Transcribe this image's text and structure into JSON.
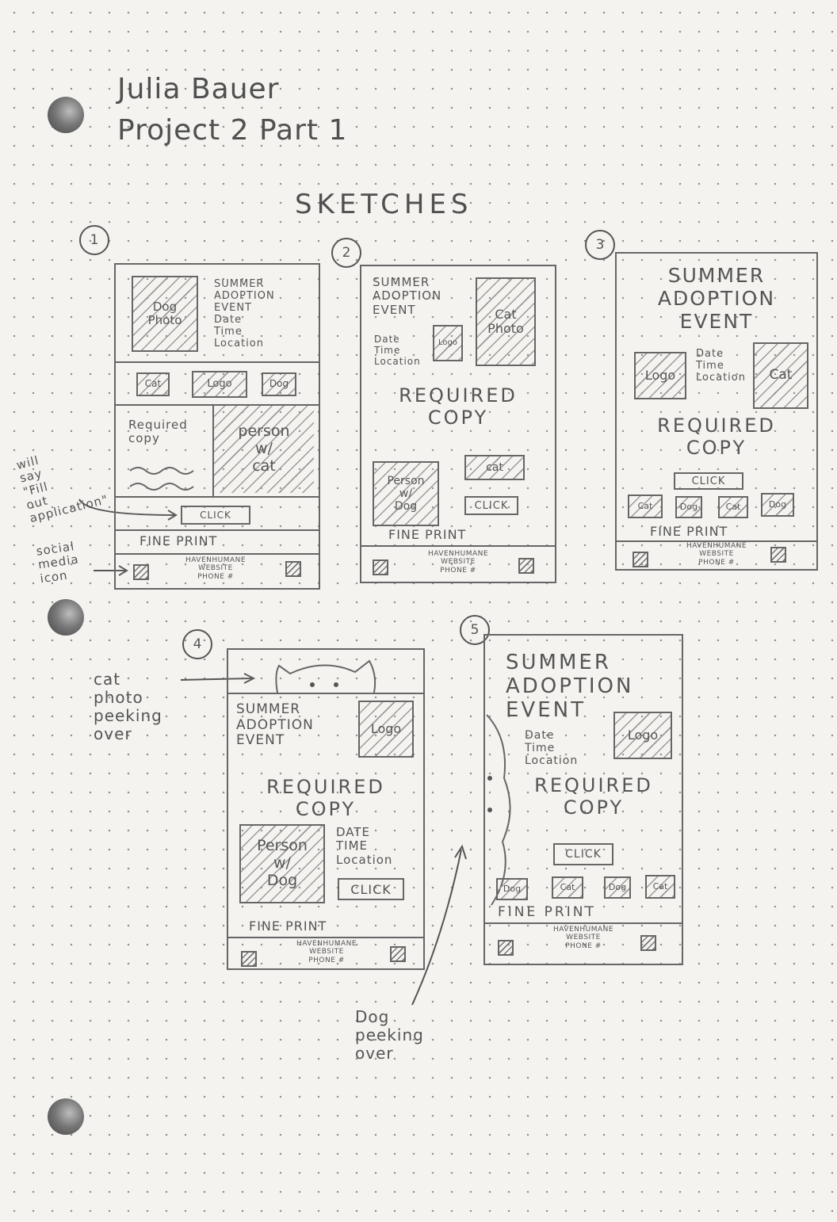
{
  "header": {
    "name": "Julia Bauer",
    "project": "Project 2 Part 1",
    "heading": "SKETCHES"
  },
  "annotations": {
    "fill_out": "will\nsay\n\"Fill\nout\napplication\"",
    "social": "social\nmedia\nicon",
    "cat_peek": "cat\nphoto\npeeking\nover",
    "dog_peek": "Dog\npeeking\nover"
  },
  "sketches": [
    {
      "number": "1",
      "dog_photo": "Dog\nPhoto",
      "event": "SUMMER\nADOPTION\nEVENT\nDate\nTime\nLocation",
      "cat": "Cat",
      "logo": "Logo",
      "dog": "Dog",
      "required": "Required\ncopy",
      "person": "person\nw/\ncat",
      "click": "CLICK",
      "fine_print": "FINE PRINT",
      "footer": "HAVENHUMANE\nWEBSITE\nPHONE #"
    },
    {
      "number": "2",
      "event": "SUMMER\nADOPTION\nEVENT",
      "details": "Date\nTime\nLocation",
      "logo": "Logo",
      "cat_photo": "Cat\nPhoto",
      "required": "REQUIRED\nCOPY",
      "person": "Person\nw/\nDog",
      "cat": "cat",
      "click": "CLICK",
      "fine_print": "FINE PRINT",
      "footer": "HAVENHUMANE\nWEBSITE\nPHONE #"
    },
    {
      "number": "3",
      "event": "SUMMER\nADOPTION\nEVENT",
      "logo": "Logo",
      "details": "Date\nTime\nLocation",
      "cat": "Cat",
      "required": "REQUIRED\nCOPY",
      "click": "CLICK",
      "thumbs": [
        "Cat",
        "Dog",
        "Cat",
        "Dog"
      ],
      "fine_print": "FINE PRINT",
      "footer": "HAVENHUMANE\nWEBSITE\nPHONE #"
    },
    {
      "number": "4",
      "event": "SUMMER\nADOPTION\nEVENT",
      "logo": "Logo",
      "required": "REQUIRED\nCOPY",
      "person": "Person\nw/\nDog",
      "details": "DATE\nTIME\nLocation",
      "click": "CLICK",
      "fine_print": "FINE PRINT",
      "footer": "HAVENHUMANE\nWEBSITE\nPHONE #"
    },
    {
      "number": "5",
      "event": "SUMMER\nADOPTION\nEVENT",
      "details": "Date\nTime\nLocation",
      "logo": "Logo",
      "required": "REQUIRED\nCOPY",
      "click": "CLICK",
      "thumbs": [
        "Dog",
        "Cat",
        "Dog",
        "Cat"
      ],
      "fine_print": "FINE PRINT",
      "footer": "HAVENHUMANE\nWEBSITE\nPHONE #"
    }
  ]
}
